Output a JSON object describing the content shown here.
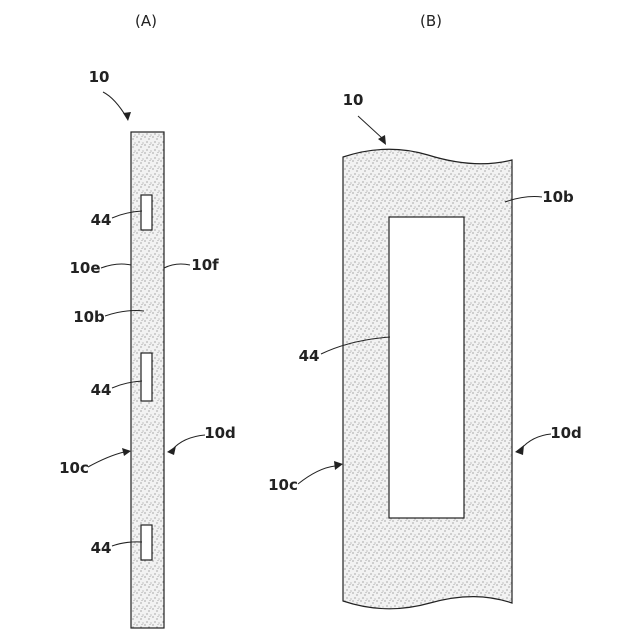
{
  "panel_a": {
    "caption": "(A)",
    "labels": {
      "main": "10",
      "hole_top": "44",
      "edge_e": "10e",
      "edge_f": "10f",
      "face_b": "10b",
      "hole_mid": "44",
      "edge_d": "10d",
      "edge_c": "10c",
      "hole_bottom": "44"
    }
  },
  "panel_b": {
    "caption": "(B)",
    "labels": {
      "main": "10",
      "face_b": "10b",
      "hole": "44",
      "edge_d": "10d",
      "edge_c": "10c"
    }
  },
  "colors": {
    "line": "#222222",
    "stipple_bg": "#f2f2f2",
    "stipple_dot": "#777777"
  }
}
